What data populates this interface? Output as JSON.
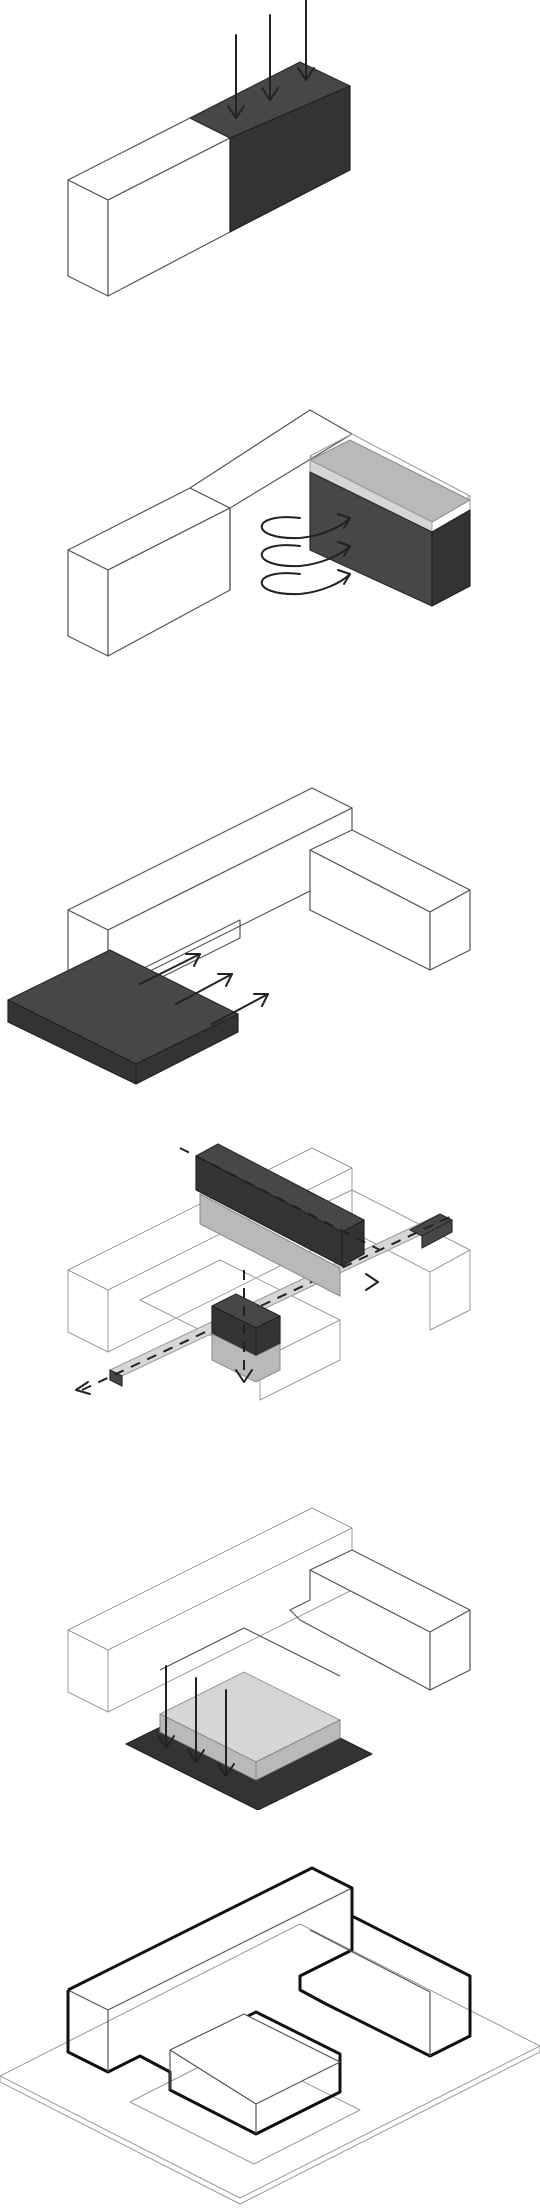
{
  "diagram": {
    "steps": [
      {
        "id": "step-1",
        "operation": "press-down"
      },
      {
        "id": "step-2",
        "operation": "rotate"
      },
      {
        "id": "step-3",
        "operation": "push-out"
      },
      {
        "id": "step-4",
        "operation": "slide-through"
      },
      {
        "id": "step-5",
        "operation": "sink-base"
      },
      {
        "id": "step-6",
        "operation": "final-massing"
      }
    ],
    "colors": {
      "dark_fill": "#474747",
      "gray_fill": "#b9b9b9",
      "line": "#555555",
      "background": "#ffffff"
    }
  }
}
